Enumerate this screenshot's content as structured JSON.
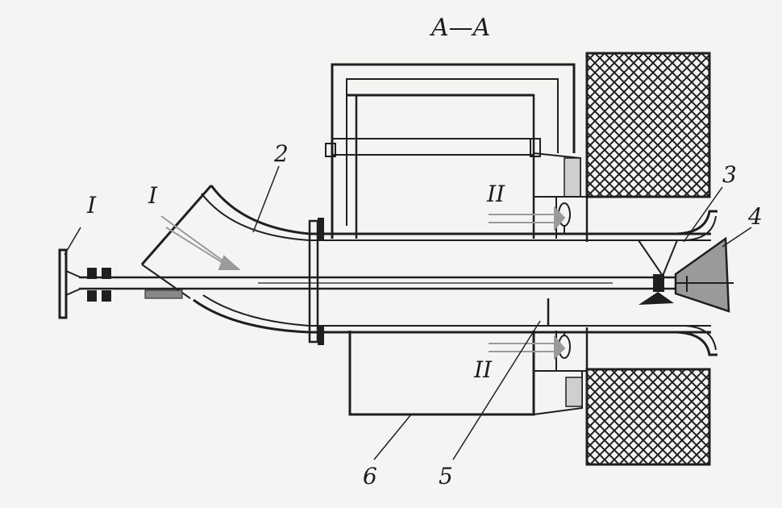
{
  "title": "A—A",
  "labels": {
    "flow_in_top": "I",
    "flow_in_left": "I",
    "part_2": "2",
    "part_3": "3",
    "part_4": "4",
    "part_5": "5",
    "part_6": "6",
    "flow_2_top": "II",
    "flow_2_bottom": "II"
  },
  "colors": {
    "ink": "#1f1f1f",
    "paper": "#f4f4f2",
    "shade": "#7a7a7a",
    "arrow": "#9a9a9a"
  }
}
